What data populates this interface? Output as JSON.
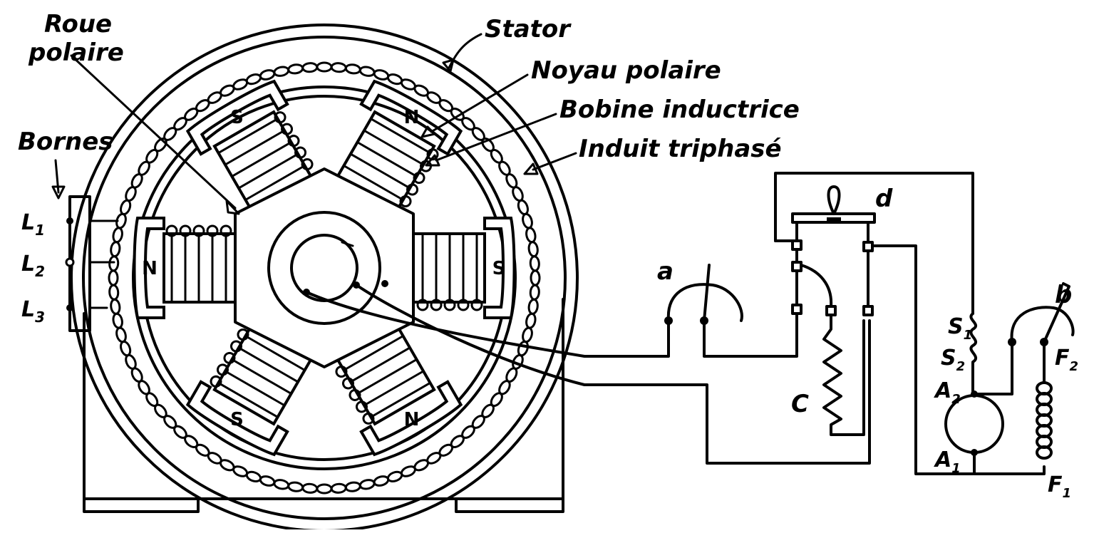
{
  "labels": {
    "roue_line1": "Roue",
    "roue_line2": "polaire",
    "stator": "Stator",
    "noyau": "Noyau polaire",
    "bobine": "Bobine inductrice",
    "induit": "Induit triphasé",
    "bornes": "Bornes"
  },
  "terminals": {
    "l1_main": "L",
    "l1_sub": "1",
    "l2_main": "L",
    "l2_sub": "2",
    "l3_main": "L",
    "l3_sub": "3"
  },
  "poles": {
    "top_left": "S",
    "top_right": "N",
    "left": "N",
    "right": "S",
    "bottom_left": "S",
    "bottom_right": "N"
  },
  "circuit": {
    "a": "a",
    "b": "b",
    "c": "C",
    "d": "d",
    "s1_main": "S",
    "s1_sub": "1",
    "s2_main": "S",
    "s2_sub": "2",
    "a2_main": "A",
    "a2_sub": "2",
    "a1_main": "A",
    "a1_sub": "1",
    "f2_main": "F",
    "f2_sub": "2",
    "f1_main": "F",
    "f1_sub": "1"
  }
}
